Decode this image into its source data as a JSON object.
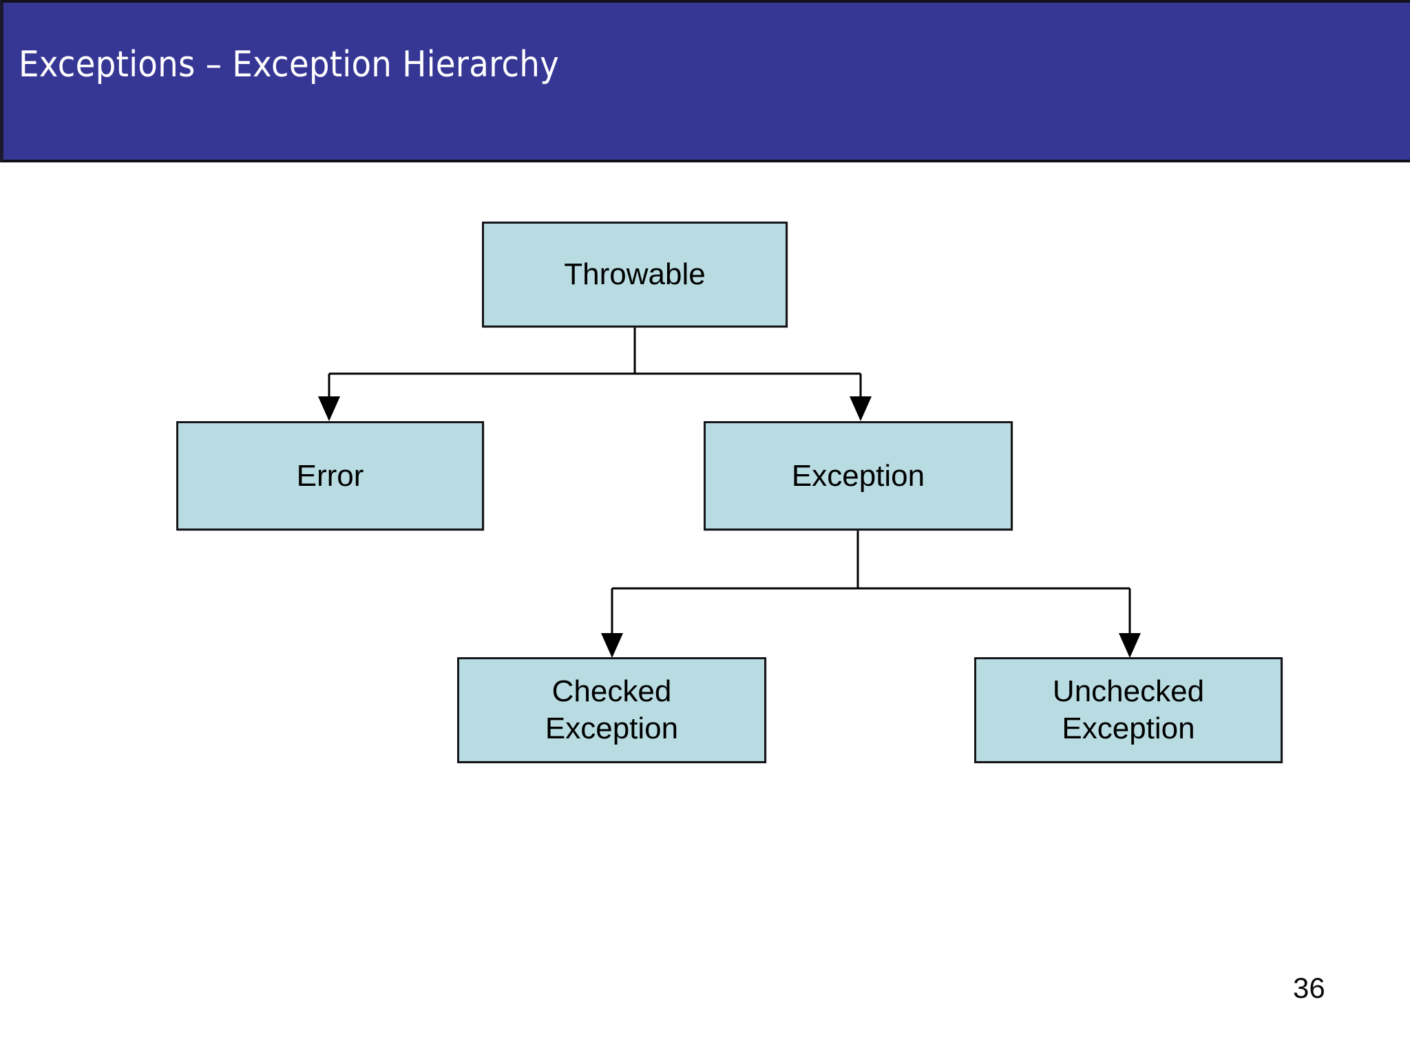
{
  "slide": {
    "title": "Exceptions – Exception Hierarchy",
    "page_number": "36",
    "colors": {
      "title_band": "#363795",
      "title_text": "#ffffff",
      "node_fill": "#b8dce1",
      "node_border": "#16161a",
      "connector": "#000000",
      "background": "#ffffff"
    }
  },
  "diagram": {
    "type": "hierarchy-tree",
    "nodes": {
      "throwable": {
        "label": "Throwable"
      },
      "error": {
        "label": "Error"
      },
      "exception": {
        "label": "Exception"
      },
      "checked_exception": {
        "line1": "Checked",
        "line2": "Exception"
      },
      "unchecked_exception": {
        "line1": "Unchecked",
        "line2": "Exception"
      }
    },
    "edges": [
      {
        "from": "Throwable",
        "to": "Error"
      },
      {
        "from": "Throwable",
        "to": "Exception"
      },
      {
        "from": "Exception",
        "to": "Checked Exception"
      },
      {
        "from": "Exception",
        "to": "Unchecked Exception"
      }
    ]
  }
}
